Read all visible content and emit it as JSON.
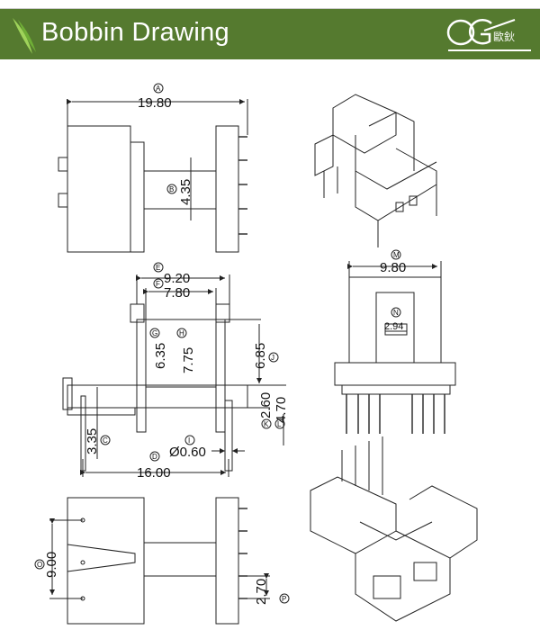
{
  "header": {
    "title": "Bobbin Drawing",
    "logo_mark": "OG",
    "logo_text": "歐鈥",
    "background_color": "#557a2f"
  },
  "dimensions": {
    "A": {
      "label": "A",
      "value": "19.80"
    },
    "B": {
      "label": "B",
      "value": "4.35"
    },
    "C": {
      "label": "C",
      "value": "3.35"
    },
    "D": {
      "label": "D",
      "value": "16.00"
    },
    "E": {
      "label": "E",
      "value": "9.20"
    },
    "F": {
      "label": "F",
      "value": "7.80"
    },
    "G": {
      "label": "G",
      "value": "6.35"
    },
    "H": {
      "label": "H",
      "value": "7.75"
    },
    "I": {
      "label": "I",
      "value": "Ø0.60"
    },
    "J": {
      "label": "J",
      "value": "6.85"
    },
    "K": {
      "label": "K",
      "value": "2.60"
    },
    "L": {
      "label": "L",
      "value": "4.70"
    },
    "M": {
      "label": "M",
      "value": "9.80"
    },
    "N": {
      "label": "N",
      "value": "2.94"
    },
    "O": {
      "label": "O",
      "value": "9.00"
    },
    "P": {
      "label": "P",
      "value": "2.70"
    }
  }
}
